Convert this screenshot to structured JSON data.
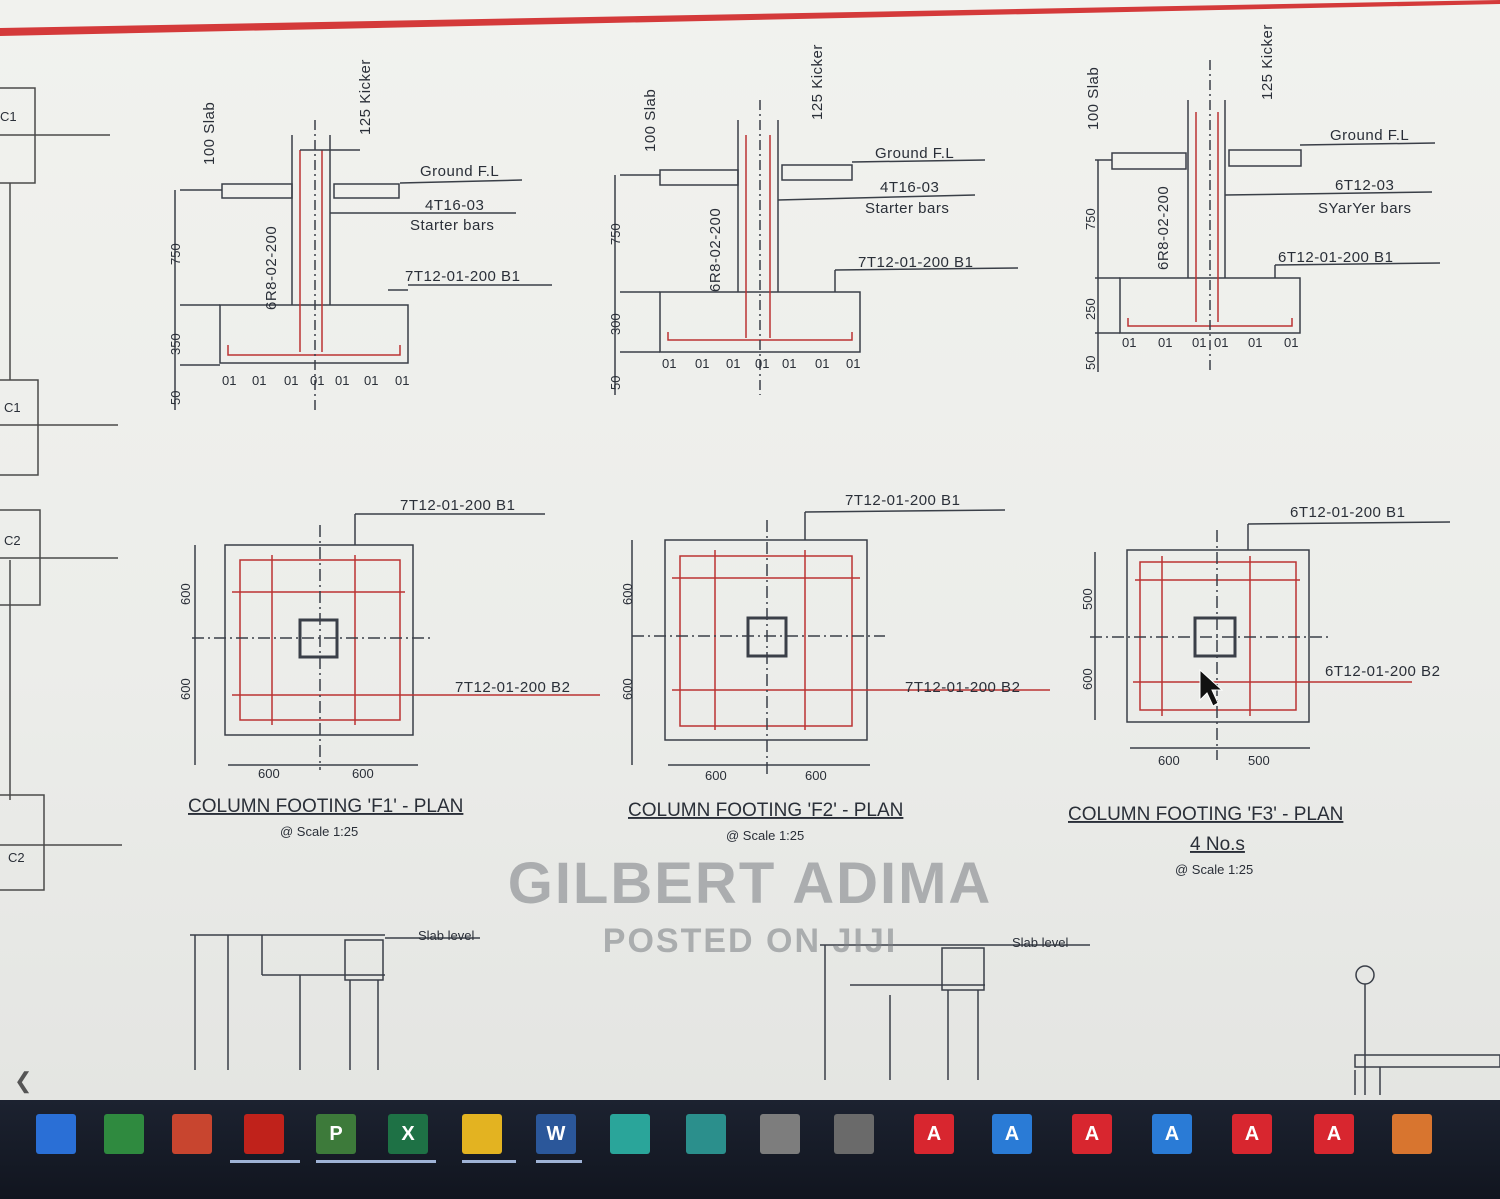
{
  "details": [
    {
      "slab": "100 Slab",
      "kicker": "125 Kicker",
      "ground": "Ground F.L",
      "starter_bars": "4T16-03",
      "starter_label": "Starter bars",
      "stirrups": "6R8-02-200",
      "bottom_bars": "7T12-01-200 B1",
      "dim_a": "750",
      "dim_b": "350",
      "dim_c": "50",
      "bar_marks": [
        "01",
        "01",
        "01",
        "01",
        "01",
        "01",
        "01"
      ]
    },
    {
      "slab": "100 Slab",
      "kicker": "125 Kicker",
      "ground": "Ground F.L",
      "starter_bars": "4T16-03",
      "starter_label": "Starter bars",
      "stirrups": "6R8-02-200",
      "bottom_bars": "7T12-01-200 B1",
      "dim_a": "750",
      "dim_b": "300",
      "dim_c": "50",
      "bar_marks": [
        "01",
        "01",
        "01",
        "01",
        "01",
        "01",
        "01"
      ]
    },
    {
      "slab": "100 Slab",
      "kicker": "125 Kicker",
      "ground": "Ground F.L",
      "starter_bars": "6T12-03",
      "starter_label": "SYarYer bars",
      "stirrups": "6R8-02-200",
      "bottom_bars": "6T12-01-200 B1",
      "dim_a": "750",
      "dim_b": "250",
      "dim_c": "50",
      "bar_marks": [
        "01",
        "01",
        "01",
        "01",
        "01",
        "01"
      ]
    }
  ],
  "plans": [
    {
      "top_bars": "7T12-01-200 B1",
      "bottom_bars": "7T12-01-200 B2",
      "dim_v1": "600",
      "dim_v2": "600",
      "dim_h1": "600",
      "dim_h2": "600",
      "title": "COLUMN FOOTING 'F1' - PLAN",
      "quantity": "",
      "scale": "@ Scale 1:25"
    },
    {
      "top_bars": "7T12-01-200 B1",
      "bottom_bars": "7T12-01-200 B2",
      "dim_v1": "600",
      "dim_v2": "600",
      "dim_h1": "600",
      "dim_h2": "600",
      "title": "COLUMN FOOTING 'F2' - PLAN",
      "quantity": "",
      "scale": "@ Scale 1:25"
    },
    {
      "top_bars": "6T12-01-200 B1",
      "bottom_bars": "6T12-01-200 B2",
      "dim_v1": "500",
      "dim_v2": "600",
      "dim_h1": "600",
      "dim_h2": "500",
      "title": "COLUMN FOOTING 'F3' - PLAN",
      "quantity": "4 No.s",
      "scale": "@ Scale 1:25"
    }
  ],
  "column_tags": [
    "C1",
    "C1",
    "C2",
    "C2"
  ],
  "lower_notes": [
    "Slab level",
    "Slab level"
  ],
  "watermark": {
    "line1": "GILBERT ADIMA",
    "line2": "POSTED ON JIJI"
  },
  "taskbar": [
    {
      "icon": "bluetooth-icon",
      "label": "",
      "color": "#2a6fd6"
    },
    {
      "icon": "calculator-icon",
      "label": "",
      "color": "#2f8a3f"
    },
    {
      "icon": "pdf-tool-icon",
      "label": "",
      "color": "#c8452f"
    },
    {
      "icon": "acrobat-icon",
      "label": "",
      "color": "#c0221b"
    },
    {
      "icon": "project-icon",
      "label": "P",
      "color": "#3d7a3a"
    },
    {
      "icon": "excel-icon",
      "label": "X",
      "color": "#1e7145"
    },
    {
      "icon": "chrome-icon",
      "label": "",
      "color": "#e3b321"
    },
    {
      "icon": "word-icon",
      "label": "W",
      "color": "#2b579a"
    },
    {
      "icon": "app-icon",
      "label": "",
      "color": "#2aa59a"
    },
    {
      "icon": "sketch-icon",
      "label": "",
      "color": "#2b8f8c"
    },
    {
      "icon": "arch-icon",
      "label": "",
      "color": "#7d7d7d"
    },
    {
      "icon": "arch-icon-2",
      "label": "",
      "color": "#6a6a6a"
    },
    {
      "icon": "autocad-icon",
      "label": "A",
      "color": "#d8262f"
    },
    {
      "icon": "autocad-lt-icon",
      "label": "A",
      "color": "#2a7bd6"
    },
    {
      "icon": "autocad-icon-2",
      "label": "A",
      "color": "#d8262f"
    },
    {
      "icon": "autocad-lt-icon-2",
      "label": "A",
      "color": "#2a7bd6"
    },
    {
      "icon": "autocad-icon-3",
      "label": "A",
      "color": "#d8262f"
    },
    {
      "icon": "autocad-icon-4",
      "label": "A",
      "color": "#d8262f"
    },
    {
      "icon": "tool-icon",
      "label": "",
      "color": "#d8752f"
    }
  ]
}
